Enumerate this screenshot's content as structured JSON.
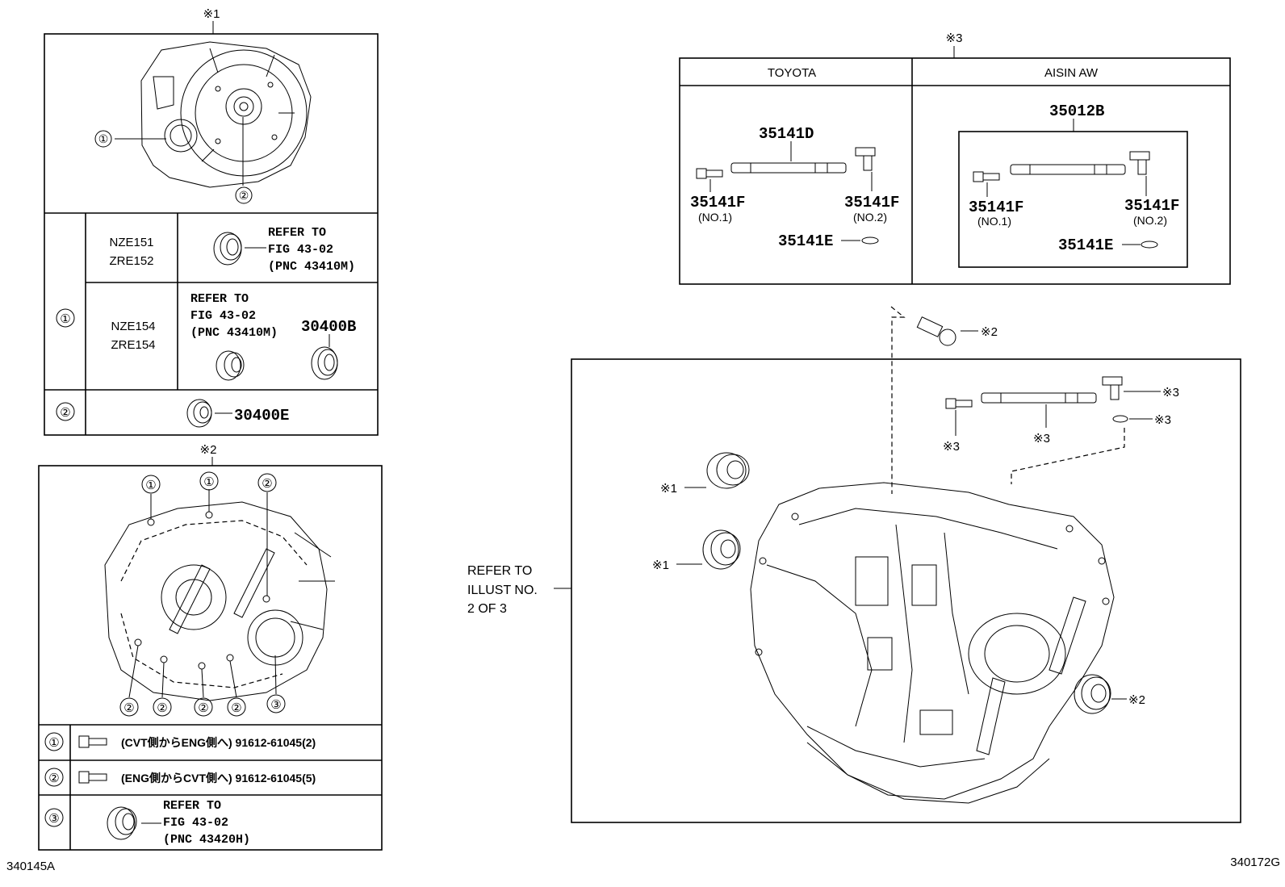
{
  "mark1": "※1",
  "mark2": "※2",
  "mark3": "※3",
  "circ1": "①",
  "circ2": "②",
  "circ3": "③",
  "box1": {
    "rows": [
      {
        "models": [
          "NZE151",
          "ZRE152"
        ],
        "refer": [
          "REFER TO",
          "FIG 43-02",
          "(PNC 43410M)"
        ]
      },
      {
        "models": [
          "NZE154",
          "ZRE154"
        ],
        "refer": [
          "REFER TO",
          "FIG 43-02",
          "(PNC 43410M)"
        ],
        "part": "30400B"
      }
    ],
    "row2_part": "30400E"
  },
  "box2": {
    "rows": [
      {
        "text": "(CVT側からENG側へ) 91612-61045(2)"
      },
      {
        "text": "(ENG側からCVT側へ) 91612-61045(5)"
      },
      {
        "refer": [
          "REFER TO",
          "FIG 43-02",
          "(PNC 43420H)"
        ]
      }
    ]
  },
  "box3": {
    "col1_header": "TOYOTA",
    "col2_header": "AISIN AW",
    "shaft": "35141D",
    "assembly": "35012B",
    "part_f": "35141F",
    "no1": "(NO.1)",
    "no2": "(NO.2)",
    "part_e": "35141E"
  },
  "main": {
    "refer": [
      "REFER TO",
      "ILLUST NO.",
      "2 OF 3"
    ]
  },
  "code_left": "340145A",
  "code_right": "340172G"
}
